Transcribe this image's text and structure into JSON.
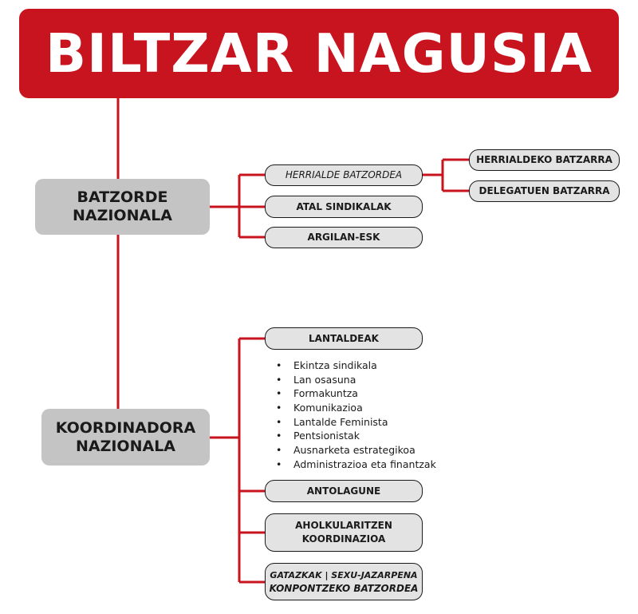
{
  "header": {
    "title": "BILTZAR NAGUSIA"
  },
  "batzorde": {
    "line1": "BATZORDE",
    "line2": "NAZIONALA",
    "children": [
      {
        "label": "HERRIALDE BATZORDEA"
      },
      {
        "label": "ATAL SINDIKALAK"
      },
      {
        "label": "ARGILAN-ESK"
      }
    ],
    "herrialde_children": [
      {
        "label": "HERRIALDEKO BATZARRA"
      },
      {
        "label": "DELEGATUEN BATZARRA"
      }
    ]
  },
  "koordinadora": {
    "line1": "KOORDINADORA",
    "line2": "NAZIONALA",
    "lantaldeak": {
      "label": "LANTALDEAK",
      "items": [
        "Ekintza sindikala",
        "Lan osasuna",
        "Formakuntza",
        "Komunikazioa",
        "Lantalde Feminista",
        "Pentsionistak",
        "Ausnarketa estrategikoa",
        "Administrazioa eta finantzak"
      ]
    },
    "antolagune": "ANTOLAGUNE",
    "aholkularitzen": {
      "line1": "AHOLKULARITZEN",
      "line2": "KOORDINAZIOA"
    },
    "gatazkak": {
      "line1": "GATAZKAK | SEXU-JAZARPENA",
      "line2": "KONPONTZEKO BATZORDEA"
    }
  },
  "colors": {
    "accent": "#c8141e",
    "box_gray": "#c4c4c4",
    "pill_gray": "#e3e3e3"
  }
}
